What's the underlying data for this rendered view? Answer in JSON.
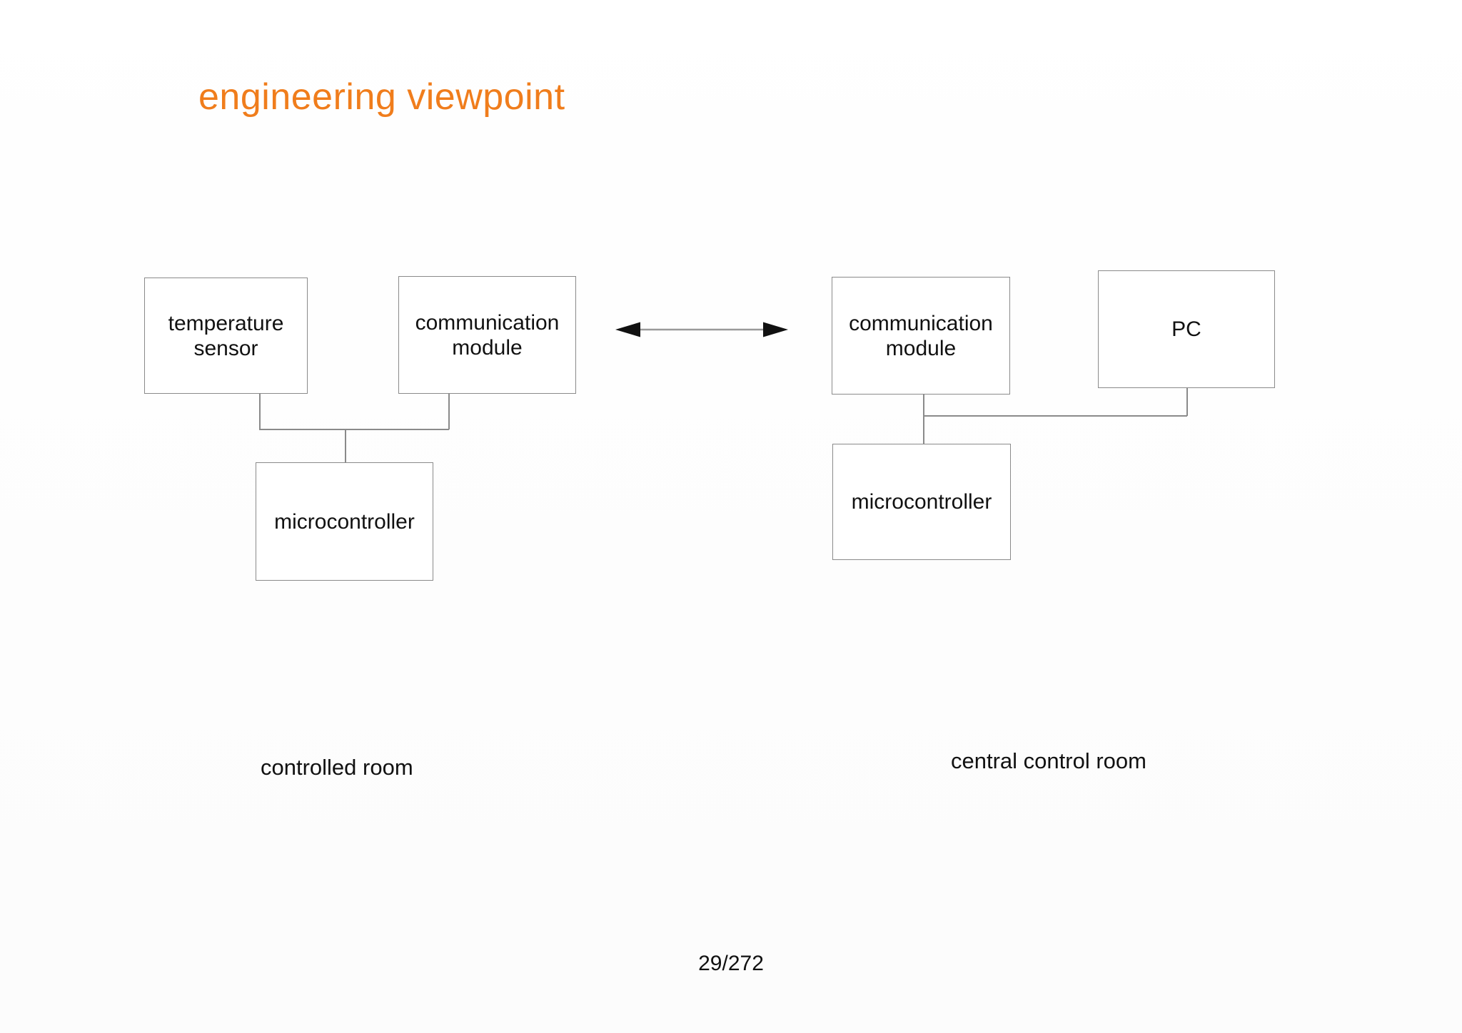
{
  "slide": {
    "title": "engineering viewpoint",
    "page_indicator": "29/272"
  },
  "colors": {
    "title_accent": "#f07d1c",
    "box_border": "#8a8a8a",
    "connector": "#8a8a8a",
    "arrow_shaft": "#999999",
    "arrow_head": "#111111",
    "text": "#111111"
  },
  "diagram": {
    "boxes": {
      "temperature_sensor": "temperature sensor",
      "communication_module_left": "communication module",
      "microcontroller_left": "microcontroller",
      "communication_module_right": "communication module",
      "pc": "PC",
      "microcontroller_right": "microcontroller"
    },
    "room_labels": {
      "controlled_room": "controlled room",
      "central_control_room": "central control room"
    }
  }
}
